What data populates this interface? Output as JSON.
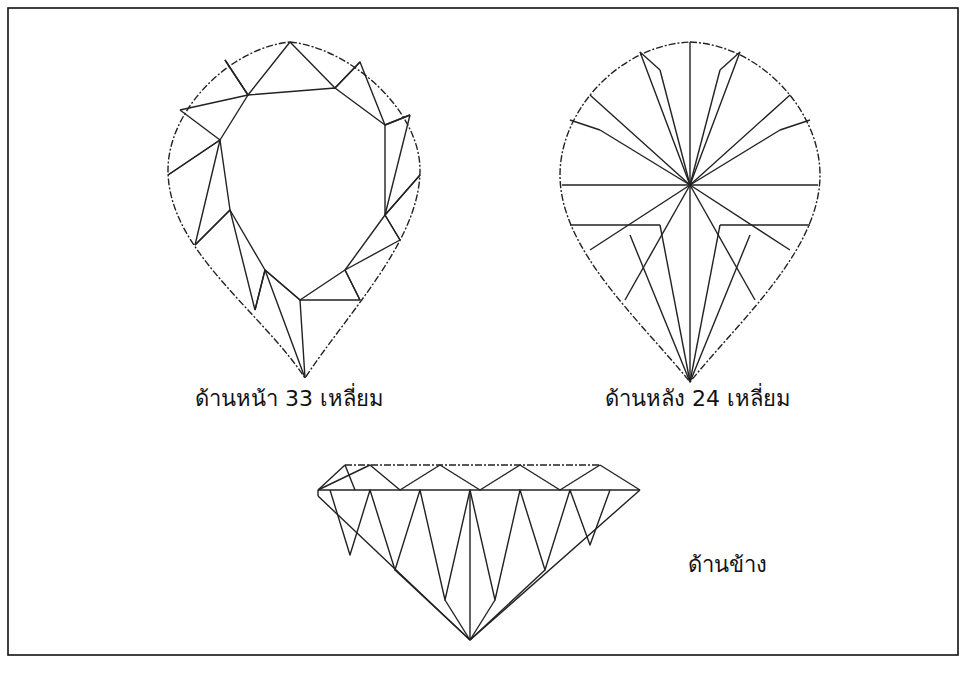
{
  "diagram": {
    "labels": [
      "ด้านหน้า 33 เหลี่ยม",
      "ด้านหลัง 24 เหลี่ยม",
      "ด้านข้าง"
    ]
  }
}
